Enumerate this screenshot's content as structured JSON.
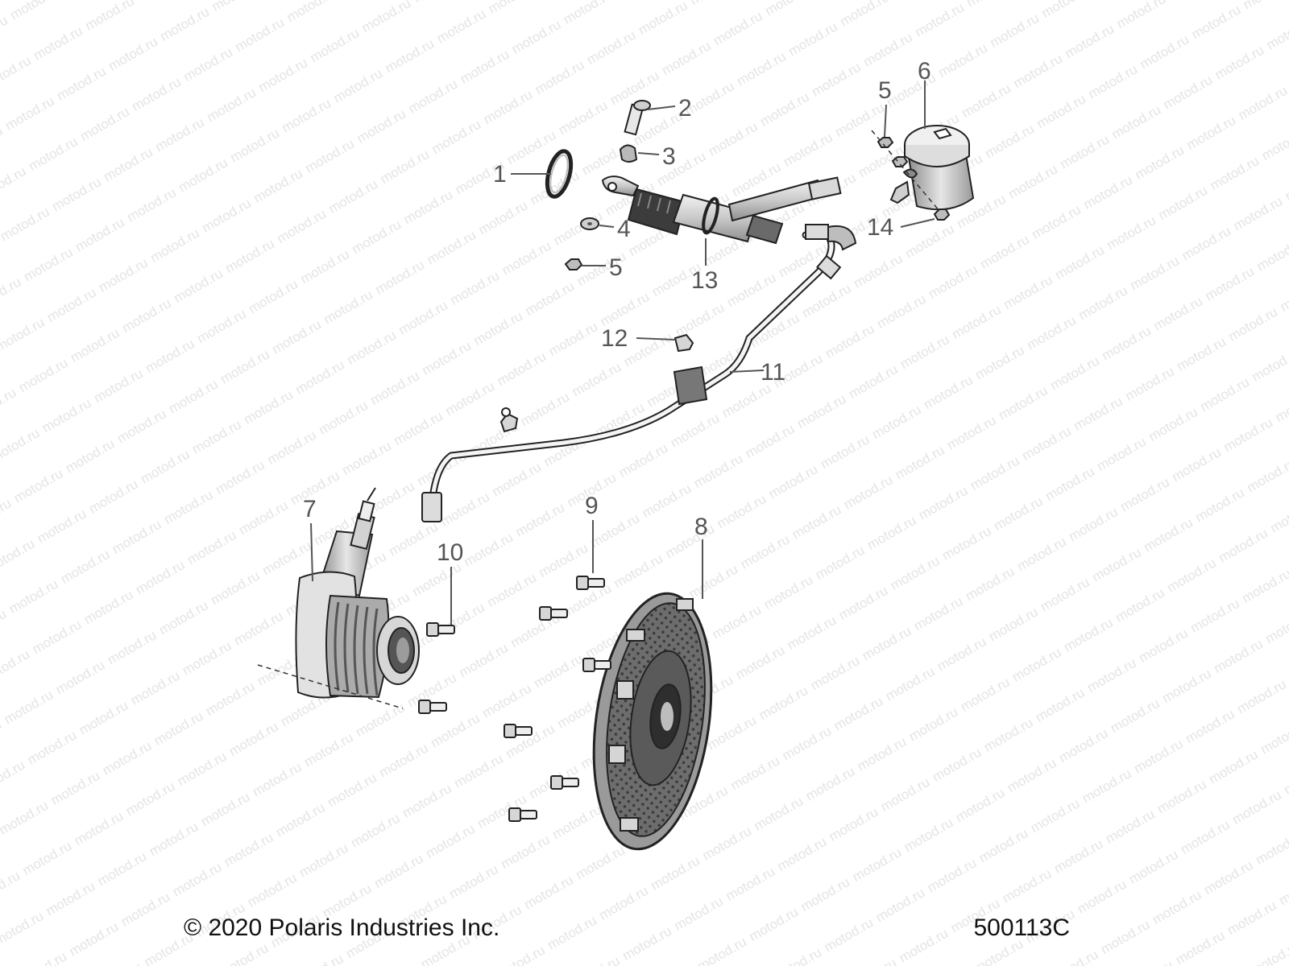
{
  "watermark": "motod.ru",
  "copyright": "© 2020 Polaris Industries Inc.",
  "diagram_id": "500113C",
  "callouts": {
    "c1": "1",
    "c2": "2",
    "c3": "3",
    "c4": "4",
    "c5a": "5",
    "c5b": "5",
    "c6": "6",
    "c7": "7",
    "c8": "8",
    "c9": "9",
    "c10": "10",
    "c11": "11",
    "c12": "12",
    "c13": "13",
    "c14": "14"
  }
}
